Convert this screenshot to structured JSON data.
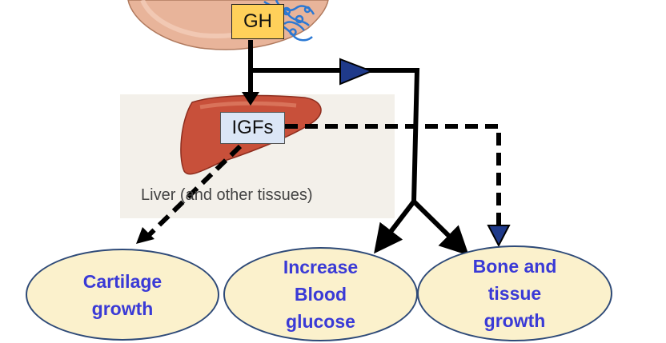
{
  "nodes": {
    "gh": "GH",
    "igfs": "IGFs",
    "liver_label": "Liver (and other tissues)"
  },
  "outcomes": {
    "cartilage": "Cartilage\ngrowth",
    "glucose": "Increase\nBlood\nglucose",
    "bone": "Bone and\ntissue\ngrowth"
  },
  "colors": {
    "gh_fill": "#ffd05a",
    "igf_fill": "#dbe6f6",
    "oval_fill": "#fbf1cc",
    "oval_text": "#3a3ad6",
    "arrow": "#000000",
    "arrowhead_fill": "#1f3a8a"
  }
}
